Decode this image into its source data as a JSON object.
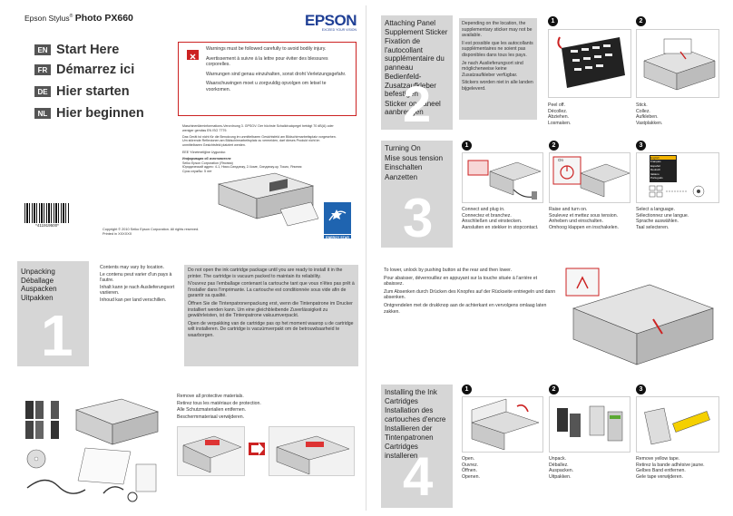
{
  "header": {
    "product_prefix": "Epson Stylus",
    "product_model": "Photo PX660",
    "brand": "EPSON",
    "brand_tagline": "EXCEED YOUR VISION"
  },
  "start": {
    "langs": [
      {
        "code": "EN",
        "title": "Start Here"
      },
      {
        "code": "FR",
        "title": "Démarrez ici"
      },
      {
        "code": "DE",
        "title": "Hier starten"
      },
      {
        "code": "NL",
        "title": "Hier beginnen"
      }
    ]
  },
  "warning": {
    "lines": [
      "Warnings must be followed carefully to avoid bodily injury.",
      "Avertissement à suivre à la lettre pour éviter des blessures corporelles.",
      "Warnungen sind genau einzuhalten, sonst droht Verletzungsgefahr.",
      "Waarschuwingen moet u zorgvuldig opvolgen om letsel te voorkomen."
    ]
  },
  "legal": {
    "block1": [
      "Maschinenlärminformations-Verordnung 3. GPSGV: Der höchste Schalldruckpegel beträgt 70 dB(A) oder",
      "weniger gemäss EN ISO 7779.",
      "Das Gerät ist nicht für die Benutzung im unmittelbaren Gesichtsfeld am Bildschirmarbeitsplatz vorgesehen.",
      "Um störende Reflexionen am Bildschirmarbeitsplatz zu vermeiden, darf dieses Produkt nicht im",
      "unmittelbaren Gesichtsfeld platziert werden."
    ],
    "block2": [
      "EEE Yönetmeliğine Uygundur.",
      "Информация об изготовителе",
      "Seiko Epson Corporation (Япония)",
      "Юридический адрес: 4-1, Ниси-Синдзюку, 2-Чоме, Синдзюку-ку, Токио, Япония",
      "Срок службы: 5 лет"
    ],
    "copyright": "Copyright © 2010 Seiko Epson Corporation. All rights reserved.",
    "printed": "Printed in XXXXXX",
    "barcode": "*411919500*",
    "energy_star": "ENERGY STAR"
  },
  "unpacking": {
    "titles": [
      "Unpacking",
      "Déballage",
      "Auspacken",
      "Uitpakken"
    ],
    "number": "1",
    "contents": [
      "Contents may vary by location.",
      "Le contenu peut varier d'un pays à l'autre.",
      "Inhalt kann je nach Auslieferungsort variieren.",
      "Inhoud kan per land verschillen."
    ],
    "cartridge_note": [
      "Do not open the ink cartridge package until you are ready to install it in the printer. The cartridge is vacuum packed to maintain its reliability.",
      "N'ouvrez pas l'emballage contenant la cartouche tant que vous n'êtes pas prêt à l'installer dans l'imprimante. La cartouche est conditionnée sous vide afin de garantir sa qualité.",
      "Öffnen Sie die Tintenpatronenpackung erst, wenn die Tintenpatrone im Drucker installiert werden kann. Um eine gleichbleibende Zuverlässigkeit zu gewährleisten, ist die Tintenpatrone vakuumverpackt.",
      "Open de verpakking van de cartridge pas op het moment waarop u de cartridge wilt installeren. De cartridge is vacuümverpakt om de betrouwbaarheid te waarborgen."
    ],
    "remove_materials": [
      "Remove all protective materials.",
      "Retirez tous les matériaux de protection.",
      "Alle Schutzmaterialien entfernen.",
      "Beschermmateriaal verwijderen."
    ]
  },
  "sticker": {
    "titles": [
      "Attaching Panel Supplement Sticker",
      "Fixation de l'autocollant supplémentaire du panneau",
      "Bedienfeld-Zusatzaufkleber befestigen",
      "Sticker op paneel aanbrengen"
    ],
    "number": "2",
    "note": [
      "Depending on the location, the supplementary sticker may not be available.",
      "Il est possible que les autocollants supplémentaires ne soient pas disponibles dans tous les pays.",
      "Je nach Auslieferungsort sind möglicherweise keine Zusatzaufkleber verfügbar.",
      "Stickers worden niet in alle landen bijgeleverd."
    ],
    "step1": [
      "Peel off.",
      "Décollez.",
      "Abziehen.",
      "Losmaken."
    ],
    "step2": [
      "Stick.",
      "Collez.",
      "Aufkleben.",
      "Vastplakken."
    ]
  },
  "turning_on": {
    "titles": [
      "Turning On",
      "Mise sous tension",
      "Einschalten",
      "Aanzetten"
    ],
    "number": "3",
    "step1": [
      "Connect and plug in.",
      "Connectez et branchez.",
      "Anschließen und einstecken.",
      "Aansluiten en stekker in stopcontact."
    ],
    "step2": [
      "Raise and turn on.",
      "Soulevez et mettez sous tension.",
      "Anheben und einschalten.",
      "Omhoog klappen en inschakelen."
    ],
    "step3": [
      "Select a language.",
      "Sélectionnez une langue.",
      "Sprache auswählen.",
      "Taal selecteren."
    ],
    "power_label": "On",
    "lcd_items": [
      "English",
      "Français",
      "Español",
      "Deutsch",
      "Italiano",
      "Português"
    ]
  },
  "unlock": {
    "lines": [
      "To lower, unlock by pushing button at the rear and then lower.",
      "Pour abaisser, déverrouillez en appuyant sur la touche située à l'arrière et abaissez.",
      "Zum Absenken durch Drücken des Knopfes auf der Rückseite entriegeln und dann absenken.",
      "Ontgrendelen met de drukknop aan de achterkant en vervolgens omlaag laten zakken."
    ]
  },
  "installing": {
    "titles": [
      "Installing the Ink Cartridges",
      "Installation des cartouches d'encre",
      "Installieren der Tintenpatronen",
      "Cartridges installeren"
    ],
    "number": "4",
    "step1": [
      "Open.",
      "Ouvrez.",
      "Öffnen.",
      "Openen."
    ],
    "step2": [
      "Unpack.",
      "Déballez.",
      "Auspacken.",
      "Uitpakken."
    ],
    "step3": [
      "Remove yellow tape.",
      "Retirez la bande adhésive jaune.",
      "Gelbes Band entfernen.",
      "Gele tape verwijderen."
    ]
  }
}
